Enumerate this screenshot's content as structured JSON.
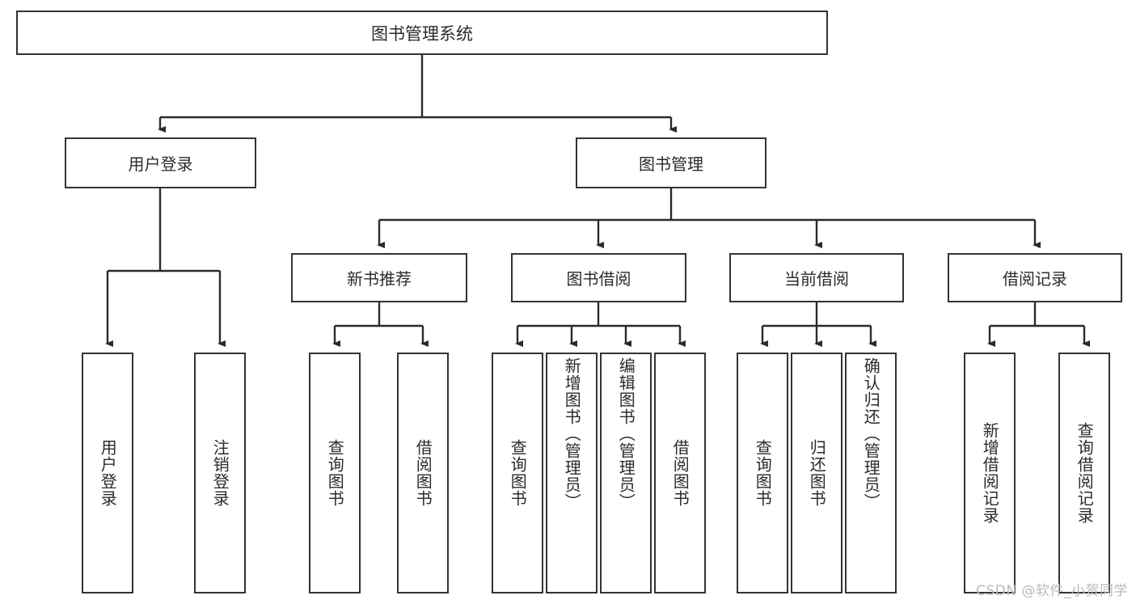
{
  "diagram": {
    "title": "图书管理系统",
    "root": {
      "label": "图书管理系统"
    },
    "level2": [
      {
        "label": "用户登录"
      },
      {
        "label": "图书管理"
      }
    ],
    "level3": [
      {
        "label": "新书推荐"
      },
      {
        "label": "图书借阅"
      },
      {
        "label": "当前借阅"
      },
      {
        "label": "借阅记录"
      }
    ],
    "leaves": {
      "user_login": [
        {
          "label": "用户登录"
        },
        {
          "label": "注销登录"
        }
      ],
      "new_book_recommend": [
        {
          "label": "查询图书"
        },
        {
          "label": "借阅图书"
        }
      ],
      "book_borrow": [
        {
          "label": "查询图书"
        },
        {
          "label": "新增图书（管理员）"
        },
        {
          "label": "编辑图书（管理员）"
        },
        {
          "label": "借阅图书"
        }
      ],
      "current_borrow": [
        {
          "label": "查询图书"
        },
        {
          "label": "归还图书"
        },
        {
          "label": "确认归还（管理员）"
        }
      ],
      "borrow_records": [
        {
          "label": "新增借阅记录"
        },
        {
          "label": "查询借阅记录"
        }
      ]
    }
  },
  "watermark": {
    "text": "CSDN @软件_小贺同学"
  },
  "colors": {
    "border": "#333333",
    "text": "#2b2b2b",
    "background": "#ffffff",
    "watermark": "#b9b9b9"
  }
}
